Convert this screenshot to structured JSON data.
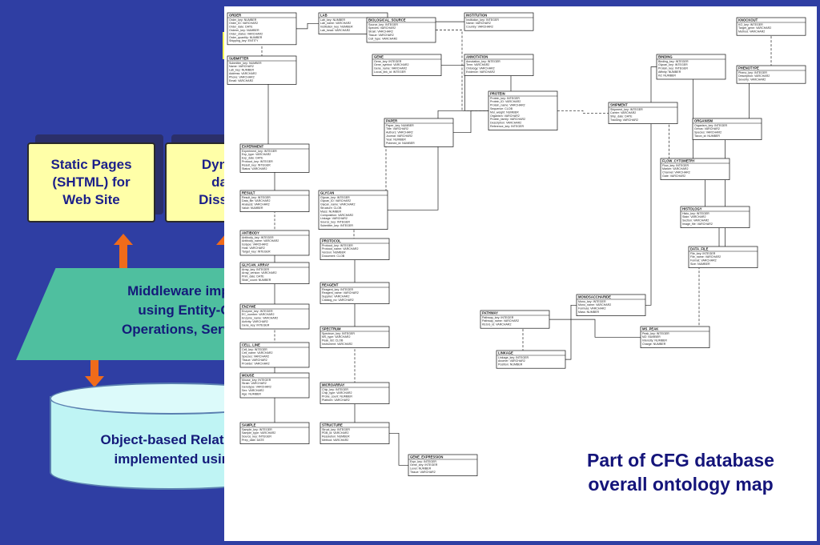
{
  "left_diagram": {
    "static_pages_label": "Static Pages\n(SHTML) for\nWeb Site",
    "dynamic_label": "Dyn\nda\nDiss",
    "middleware_lines": [
      "Middleware imple",
      "using Entity-C",
      "Operations, Servlet"
    ],
    "database_lines": [
      "Object-based Relationa",
      "implemented using"
    ]
  },
  "ontology_map": {
    "caption_lines": [
      "Part of CFG database",
      "overall ontology map"
    ],
    "tables": [
      {
        "title": "ORDER",
        "rows": [
          "Order_key: NUMBER",
          "Order_ID: VARCHAR2",
          "Order_date: DATE",
          "Orderer_key: NUMBER",
          "Order_status: VARCHAR2",
          "Order_quantity: NUMBER",
          "Shipping_key: ENTITY"
        ]
      },
      {
        "title": "SUBMITTER",
        "rows": [
          "Submitter_key: NUMBER",
          "Name: VARCHAR2",
          "Lab_key: NUMBER",
          "Address: VARCHAR2",
          "Phone: VARCHAR2",
          "Email: VARCHAR2"
        ]
      },
      {
        "title": "LAB",
        "rows": [
          "Lab_key: NUMBER",
          "Lab_name: VARCHAR2",
          "Institution_key: NUMBER",
          "Lab_head: VARCHAR2"
        ]
      },
      {
        "title": "BIOLOGICAL_SOURCE",
        "rows": [
          "Source_key: INTEGER",
          "Species: VARCHAR2",
          "Strain: VARCHAR2",
          "Tissue: VARCHAR2",
          "Cell_type: VARCHAR2"
        ]
      },
      {
        "title": "GENE",
        "rows": [
          "Gene_key: INTEGER",
          "Gene_symbol: VARCHAR2",
          "Gene_name: VARCHAR2",
          "Locus_link_id: INTEGER"
        ]
      },
      {
        "title": "PROTEIN",
        "rows": [
          "Protein_key: INTEGER",
          "Protein_ID: VARCHAR2",
          "Protein_name: VARCHAR2",
          "Sequence: CLOB",
          "Mol_weight: NUMBER",
          "Organism: VARCHAR2",
          "Protein_family: VARCHAR2",
          "Description: VARCHAR2",
          "Reference_key: INTEGER"
        ]
      },
      {
        "title": "GLYCAN",
        "rows": [
          "Glycan_key: INTEGER",
          "Glycan_ID: VARCHAR2",
          "Glycan_name: VARCHAR2",
          "Structure: CLOB",
          "Mass: NUMBER",
          "Composition: VARCHAR2",
          "Linkage: VARCHAR2",
          "Source_key: INTEGER",
          "Submitter_key: INTEGER"
        ]
      },
      {
        "title": "PAPER",
        "rows": [
          "Paper_key: NUMBER",
          "Title: VARCHAR2",
          "Authors: VARCHAR2",
          "Journal: VARCHAR2",
          "Year: NUMBER",
          "Pubmed_id: NUMBER"
        ]
      },
      {
        "title": "EXPERIMENT",
        "rows": [
          "Experiment_key: INTEGER",
          "Exp_type: VARCHAR2",
          "Exp_date: DATE",
          "Protocol_key: INTEGER",
          "Result_key: INTEGER",
          "Status: VARCHAR2"
        ]
      },
      {
        "title": "RESULT",
        "rows": [
          "Result_key: INTEGER",
          "Data_file: VARCHAR2",
          "Analysis: VARCHAR2",
          "Value: NUMBER"
        ]
      },
      {
        "title": "ANTIBODY",
        "rows": [
          "Antibody_key: INTEGER",
          "Antibody_name: VARCHAR2",
          "Isotype: VARCHAR2",
          "Host: VARCHAR2",
          "Target_key: INTEGER"
        ]
      },
      {
        "title": "GLYCAN_ARRAY",
        "rows": [
          "Array_key: INTEGER",
          "Array_version: VARCHAR2",
          "Print_date: DATE",
          "Slide_count: NUMBER"
        ]
      },
      {
        "title": "ENZYME",
        "rows": [
          "Enzyme_key: INTEGER",
          "EC_number: VARCHAR2",
          "Enzyme_name: VARCHAR2",
          "Activity: VARCHAR2",
          "Gene_key: INTEGER"
        ]
      },
      {
        "title": "CELL_LINE",
        "rows": [
          "Cell_key: INTEGER",
          "Cell_name: VARCHAR2",
          "Species: VARCHAR2",
          "Tissue: VARCHAR2",
          "Provider: VARCHAR2"
        ]
      },
      {
        "title": "MOUSE",
        "rows": [
          "Mouse_key: INTEGER",
          "Strain: VARCHAR2",
          "Genotype: VARCHAR2",
          "Sex: VARCHAR2",
          "Age: NUMBER"
        ]
      },
      {
        "title": "SAMPLE",
        "rows": [
          "Sample_key: INTEGER",
          "Sample_type: VARCHAR2",
          "Source_key: INTEGER",
          "Prep_date: DATE"
        ]
      },
      {
        "title": "PROTOCOL",
        "rows": [
          "Protocol_key: INTEGER",
          "Protocol_name: VARCHAR2",
          "Version: NUMBER",
          "Document: CLOB"
        ]
      },
      {
        "title": "REAGENT",
        "rows": [
          "Reagent_key: INTEGER",
          "Reagent_name: VARCHAR2",
          "Supplier: VARCHAR2",
          "Catalog_no: VARCHAR2"
        ]
      },
      {
        "title": "SPECTRUM",
        "rows": [
          "Spectrum_key: INTEGER",
          "MS_type: VARCHAR2",
          "Peak_list: CLOB",
          "Instrument: VARCHAR2"
        ]
      },
      {
        "title": "MICROARRAY",
        "rows": [
          "Chip_key: INTEGER",
          "Chip_type: VARCHAR2",
          "Probe_count: NUMBER",
          "Platform: VARCHAR2"
        ]
      },
      {
        "title": "STRUCTURE",
        "rows": [
          "Struct_key: INTEGER",
          "PDB_id: VARCHAR2",
          "Resolution: NUMBER",
          "Method: VARCHAR2"
        ]
      },
      {
        "title": "INSTITUTION",
        "rows": [
          "Institution_key: INTEGER",
          "Name: VARCHAR2",
          "Country: VARCHAR2"
        ]
      },
      {
        "title": "ANNOTATION",
        "rows": [
          "Annotation_key: INTEGER",
          "Term: VARCHAR2",
          "Ontology: VARCHAR2",
          "Evidence: VARCHAR2"
        ]
      },
      {
        "title": "PATHWAY",
        "rows": [
          "Pathway_key: INTEGER",
          "Pathway_name: VARCHAR2",
          "KEGG_id: VARCHAR2"
        ]
      },
      {
        "title": "LINKAGE",
        "rows": [
          "Linkage_key: INTEGER",
          "Anomer: VARCHAR2",
          "Position: NUMBER"
        ]
      },
      {
        "title": "MONOSACCHARIDE",
        "rows": [
          "Mono_key: INTEGER",
          "Mono_name: VARCHAR2",
          "Formula: VARCHAR2",
          "Mass: NUMBER"
        ]
      },
      {
        "title": "SHIPMENT",
        "rows": [
          "Shipment_key: INTEGER",
          "Carrier: VARCHAR2",
          "Ship_date: DATE",
          "Tracking: VARCHAR2"
        ]
      },
      {
        "title": "BINDING",
        "rows": [
          "Binding_key: INTEGER",
          "Glycan_key: INTEGER",
          "Protein_key: INTEGER",
          "Affinity: NUMBER",
          "Kd: NUMBER"
        ]
      },
      {
        "title": "FLOW_CYTOMETRY",
        "rows": [
          "Flow_key: INTEGER",
          "Marker: VARCHAR2",
          "Channel: VARCHAR2",
          "Gate: VARCHAR2"
        ]
      },
      {
        "title": "HISTOLOGY",
        "rows": [
          "Histo_key: INTEGER",
          "Stain: VARCHAR2",
          "Section: VARCHAR2",
          "Image_file: VARCHAR2"
        ]
      },
      {
        "title": "KNOCKOUT",
        "rows": [
          "KO_key: INTEGER",
          "Target_gene: VARCHAR2",
          "Method: VARCHAR2"
        ]
      },
      {
        "title": "PHENOTYPE",
        "rows": [
          "Pheno_key: INTEGER",
          "Description: VARCHAR2",
          "Severity: VARCHAR2"
        ]
      },
      {
        "title": "ORGANISM",
        "rows": [
          "Organism_key: INTEGER",
          "Genus: VARCHAR2",
          "Species: VARCHAR2",
          "Taxon_id: NUMBER"
        ]
      },
      {
        "title": "DATA_FILE",
        "rows": [
          "File_key: INTEGER",
          "File_name: VARCHAR2",
          "Format: VARCHAR2",
          "Size: NUMBER"
        ]
      },
      {
        "title": "MS_PEAK",
        "rows": [
          "Peak_key: INTEGER",
          "MZ: NUMBER",
          "Intensity: NUMBER",
          "Charge: NUMBER"
        ]
      },
      {
        "title": "GENE_EXPRESSION",
        "rows": [
          "Expr_key: INTEGER",
          "Gene_key: INTEGER",
          "Level: NUMBER",
          "Tissue: VARCHAR2"
        ]
      }
    ]
  }
}
